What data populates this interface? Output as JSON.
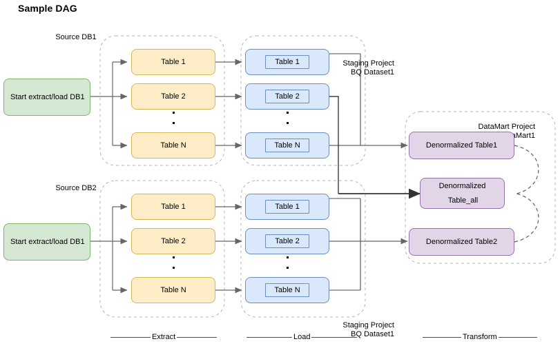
{
  "title": "Sample DAG",
  "groups": {
    "source_db1_label": "Source DB1",
    "source_db2_label": "Source DB2",
    "staging_top_label": "Staging Project\nBQ Dataset1",
    "staging_bottom_label": "Staging Project\nBQ Dataset1",
    "datamart_label": "DataMart Project\nBQ DataMart1"
  },
  "start_nodes": [
    {
      "id": "start-db1-top",
      "label": "Start extract/load DB1"
    },
    {
      "id": "start-db1-bottom",
      "label": "Start extract/load DB1"
    }
  ],
  "extract": {
    "top": [
      {
        "label": "Table 1"
      },
      {
        "label": "Table 2"
      },
      {
        "label": "Table N"
      }
    ],
    "bottom": [
      {
        "label": "Table 1"
      },
      {
        "label": "Table 2"
      },
      {
        "label": "Table N"
      }
    ]
  },
  "load": {
    "top": [
      {
        "label": "Table 1"
      },
      {
        "label": "Table 2"
      },
      {
        "label": "Table N"
      }
    ],
    "bottom": [
      {
        "label": "Table 1"
      },
      {
        "label": "Table 2"
      },
      {
        "label": "Table N"
      }
    ]
  },
  "transform": {
    "nodes": [
      {
        "label": "Denormalized Table1"
      },
      {
        "label": "Denormalized\n\nTable_all"
      },
      {
        "label": "Denormalized Table2"
      }
    ],
    "table_all_line1": "Denormalized",
    "table_all_line2": "Table_all"
  },
  "stages": [
    {
      "label": "Extract"
    },
    {
      "label": "Load"
    },
    {
      "label": "Transform"
    }
  ],
  "colors": {
    "green_fill": "#d5e8d4",
    "green_stroke": "#82b366",
    "yellow_fill": "#ffedc7",
    "yellow_stroke": "#d6b656",
    "blue_fill": "#dae8fc",
    "blue_stroke": "#6c8ebf",
    "purple_fill": "#e1d5e7",
    "purple_stroke": "#9673a6",
    "edge": "#666666",
    "group_border": "#b3b3b3"
  }
}
